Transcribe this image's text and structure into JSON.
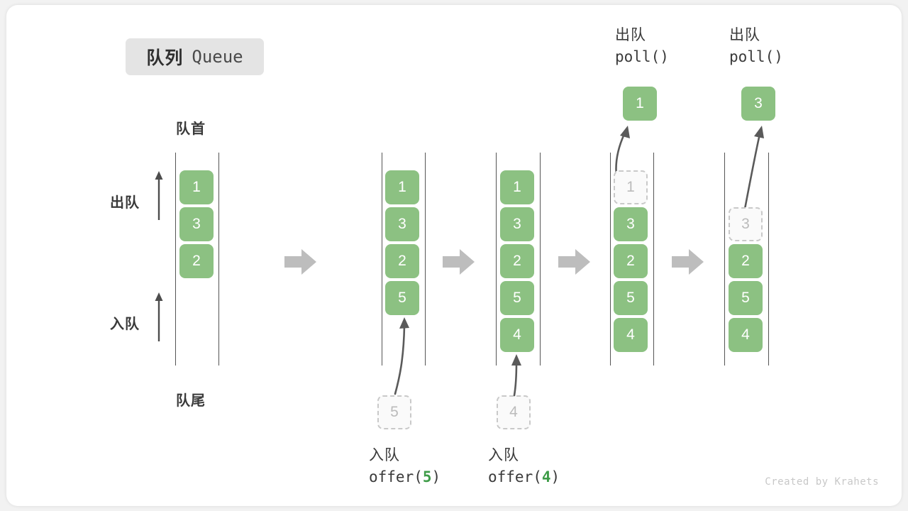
{
  "title": {
    "cn": "队列",
    "en": "Queue"
  },
  "labels": {
    "head": "队首",
    "tail": "队尾",
    "dequeue": "出队",
    "enqueue": "入队"
  },
  "icons": {
    "up_arrow": "up-arrow-icon",
    "step_arrow": "right-block-arrow-icon",
    "curved_arrow": "curved-arrow-icon"
  },
  "colors": {
    "cell_green": "#8cc182",
    "ghost_border": "#c9c9c9",
    "ghost_fill": "#fafafa",
    "rail": "#555555",
    "step_arrow": "#bdbdbd",
    "badge_bg": "#e4e4e4",
    "code_arg": "#3e9c48",
    "text": "#3a3a3a",
    "watermark": "#c8c8c8"
  },
  "stages": [
    {
      "id": "initial",
      "cells": [
        "1",
        "3",
        "2"
      ],
      "ghost_top": null,
      "incoming": null,
      "outgoing": null,
      "caption_cn": null,
      "caption_code": null
    },
    {
      "id": "offer-5",
      "cells": [
        "1",
        "3",
        "2",
        "5"
      ],
      "ghost_top": null,
      "incoming": "5",
      "outgoing": null,
      "caption_cn": "入队",
      "caption_code_pre": "offer(",
      "caption_code_arg": "5",
      "caption_code_post": ")"
    },
    {
      "id": "offer-4",
      "cells": [
        "1",
        "3",
        "2",
        "5",
        "4"
      ],
      "ghost_top": null,
      "incoming": "4",
      "outgoing": null,
      "caption_cn": "入队",
      "caption_code_pre": "offer(",
      "caption_code_arg": "4",
      "caption_code_post": ")"
    },
    {
      "id": "poll-1",
      "cells": [
        "3",
        "2",
        "5",
        "4"
      ],
      "ghost_top": "1",
      "incoming": null,
      "outgoing": "1",
      "caption_cn": "出队",
      "caption_code_pre": "poll(",
      "caption_code_arg": "",
      "caption_code_post": ")"
    },
    {
      "id": "poll-3",
      "cells": [
        "2",
        "5",
        "4"
      ],
      "ghost_top": "3",
      "incoming": null,
      "outgoing": "3",
      "caption_cn": "出队",
      "caption_code_pre": "poll(",
      "caption_code_arg": "",
      "caption_code_post": ")"
    }
  ],
  "watermark": "Created by Krahets",
  "chart_data": {
    "type": "diagram",
    "title": "队列 Queue",
    "description": "Queue FIFO operation sequence: offer(5), offer(4), poll()->1, poll()->3",
    "sequence": [
      {
        "op": "initial",
        "queue": [
          "1",
          "3",
          "2"
        ],
        "returned": null
      },
      {
        "op": "offer(5)",
        "queue": [
          "1",
          "3",
          "2",
          "5"
        ],
        "returned": null
      },
      {
        "op": "offer(4)",
        "queue": [
          "1",
          "3",
          "2",
          "5",
          "4"
        ],
        "returned": null
      },
      {
        "op": "poll()",
        "queue": [
          "3",
          "2",
          "5",
          "4"
        ],
        "returned": "1"
      },
      {
        "op": "poll()",
        "queue": [
          "2",
          "5",
          "4"
        ],
        "returned": "3"
      }
    ]
  }
}
